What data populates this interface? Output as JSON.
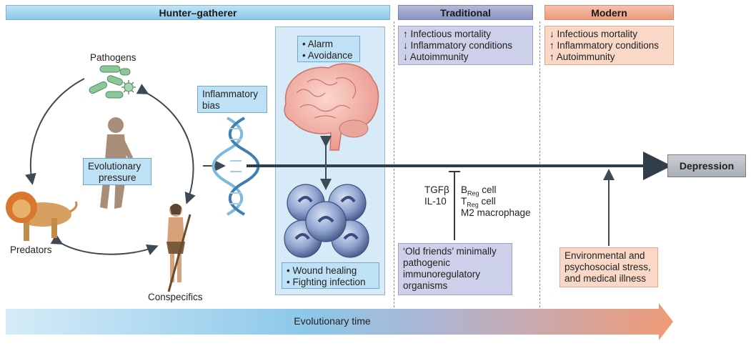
{
  "headers": {
    "hunter_gatherer": "Hunter–gatherer",
    "traditional": "Traditional",
    "modern": "Modern"
  },
  "cycle": {
    "pathogens": "Pathogens",
    "predators": "Predators",
    "conspecifics": "Conspecifics",
    "pressure_line1": "Evolutionary",
    "pressure_line2": "pressure"
  },
  "inflammatory_bias": {
    "line1": "Inflammatory",
    "line2": "bias"
  },
  "brain_box": {
    "items": [
      "• Alarm",
      "• Avoidance"
    ]
  },
  "immune_box": {
    "items": [
      "• Wound healing",
      "• Fighting infection"
    ]
  },
  "traditional_box": {
    "items": [
      "↑ Infectious mortality",
      "↓ Inflammatory conditions",
      "↓ Autoimmunity"
    ]
  },
  "modern_box": {
    "items": [
      "↓ Infectious mortality",
      "↑ Inflammatory conditions",
      "↑ Autoimmunity"
    ]
  },
  "regulators": {
    "tgfb": "TGFβ",
    "il10": "IL-10",
    "breg_main": "B",
    "breg_sub": "Reg",
    "breg_tail": " cell",
    "treg_main": "T",
    "treg_sub": "Reg",
    "treg_tail": " cell",
    "m2": "M2 macrophage"
  },
  "old_friends": {
    "lines": [
      "‘Old friends’ minimally",
      "pathogenic",
      "immunoregulatory",
      "organisms"
    ]
  },
  "stress_box": {
    "lines": [
      "Environmental and",
      "psychosocial stress,",
      "and medical illness"
    ]
  },
  "outcome": "Depression",
  "timeline": "Evolutionary time",
  "colors": {
    "hunter": "#8cc8ea",
    "traditional": "#8b93c2",
    "modern": "#ec9a7c",
    "arrow": "#2f3e4a",
    "cycle_arrow": "#3d4a56"
  }
}
